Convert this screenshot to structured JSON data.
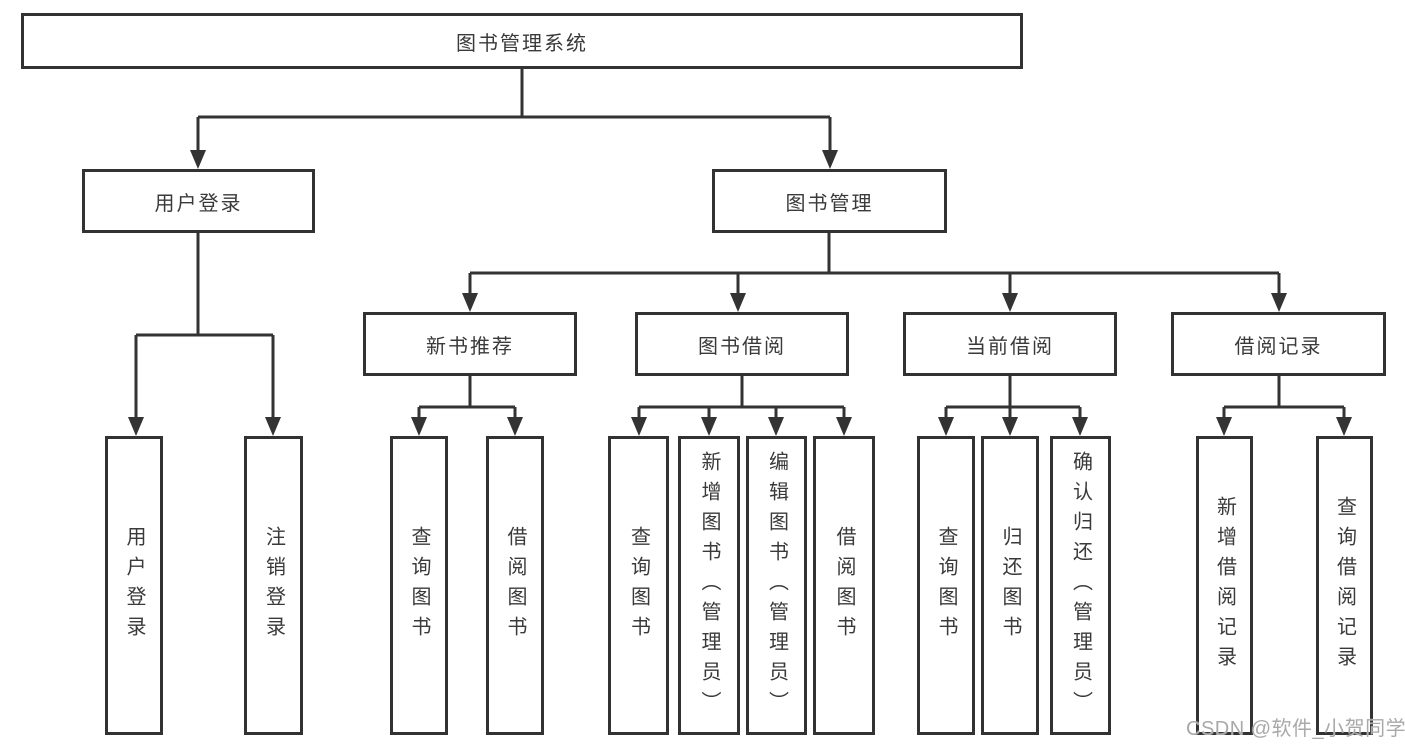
{
  "diagram_type": "hierarchy-tree",
  "colors": {
    "line": "#333333",
    "box_border": "#323232",
    "text": "#3a3a3a",
    "watermark": "#a9a9a9",
    "background": "#ffffff"
  },
  "tree": {
    "label": "图书管理系统",
    "children": [
      {
        "label": "用户登录",
        "children": [
          {
            "label": "用户登录"
          },
          {
            "label": "注销登录"
          }
        ]
      },
      {
        "label": "图书管理",
        "children": [
          {
            "label": "新书推荐",
            "children": [
              {
                "label": "查询图书"
              },
              {
                "label": "借阅图书"
              }
            ]
          },
          {
            "label": "图书借阅",
            "children": [
              {
                "label": "查询图书"
              },
              {
                "label": "新增图书（管理员）"
              },
              {
                "label": "编辑图书（管理员）"
              },
              {
                "label": "借阅图书"
              }
            ]
          },
          {
            "label": "当前借阅",
            "children": [
              {
                "label": "查询图书"
              },
              {
                "label": "归还图书"
              },
              {
                "label": "确认归还（管理员）"
              }
            ]
          },
          {
            "label": "借阅记录",
            "children": [
              {
                "label": "新增借阅记录"
              },
              {
                "label": "查询借阅记录"
              }
            ]
          }
        ]
      }
    ]
  },
  "watermark": "CSDN @软件_小贺同学"
}
